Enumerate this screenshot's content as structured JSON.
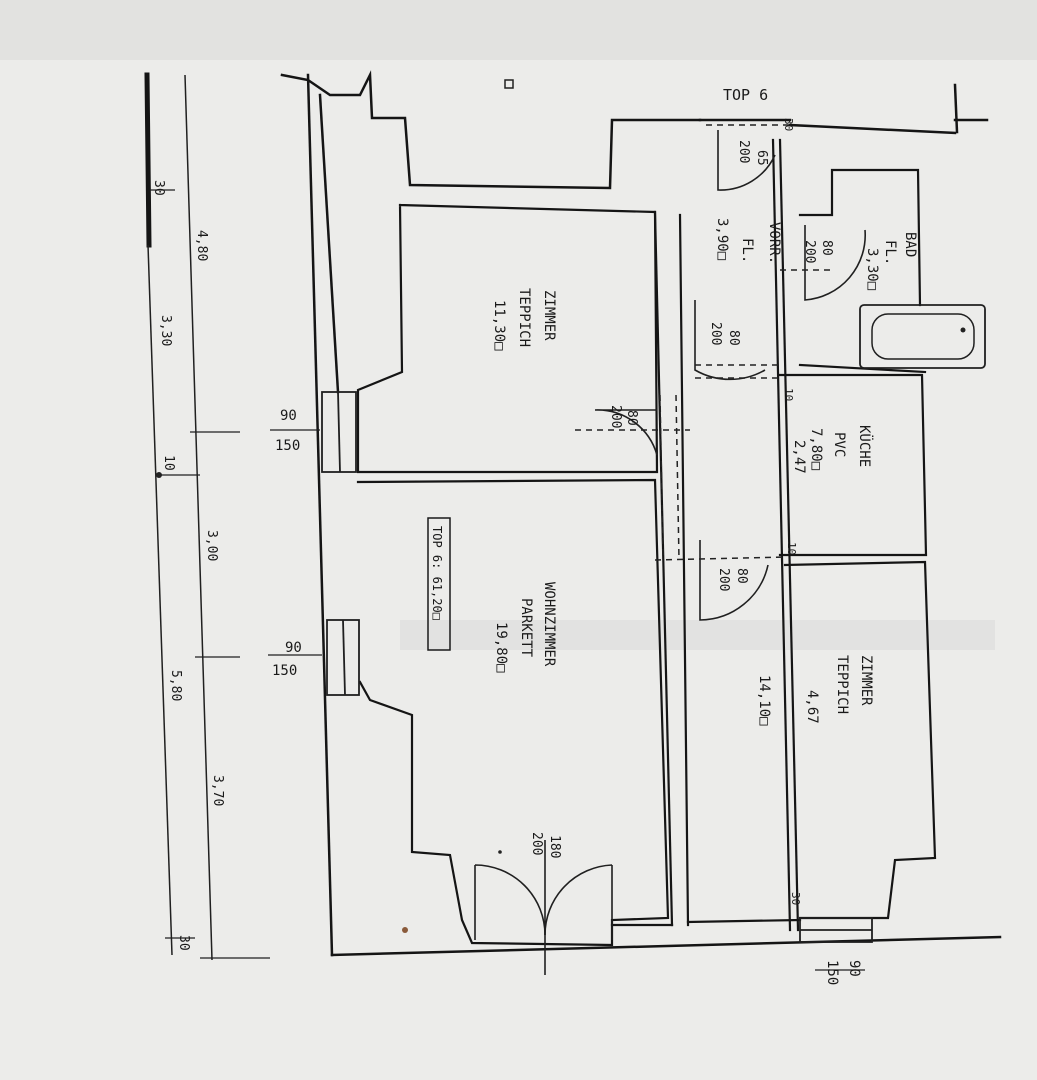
{
  "colors": {
    "paper": "#e9e9e7",
    "ink": "#151515",
    "shadow": "#d4d4d2"
  },
  "rooms": [
    {
      "id": "zimmer1",
      "name": "ZIMMER",
      "floor": "TEPPICH",
      "area": "11,30□"
    },
    {
      "id": "wohnzimmer",
      "name": "WOHNZIMMER",
      "floor": "PARKETT",
      "area": "19,80□"
    },
    {
      "id": "vorraum",
      "name": "VORR.",
      "floor": "FL.",
      "area": "3,90□"
    },
    {
      "id": "bad",
      "name": "BAD",
      "floor": "FL.",
      "area": "3,30□"
    },
    {
      "id": "kueche",
      "name": "KÜCHE",
      "floor": "PVC",
      "area": "7,80□",
      "note": "2,47"
    },
    {
      "id": "zimmer2",
      "name": "ZIMMER",
      "floor": "TEPPICH",
      "area": "14,10□",
      "note": "4,67"
    }
  ],
  "top_label": "TOP 6",
  "top_box": "TOP 6: 61,20□",
  "window_labels": [
    {
      "w": "90",
      "h": "150"
    },
    {
      "w": "90",
      "h": "150"
    },
    {
      "w": "90",
      "h": "150"
    }
  ],
  "door_labels": [
    {
      "w": "65",
      "h": "200"
    },
    {
      "w": "80",
      "h": "200"
    },
    {
      "w": "80",
      "h": "200"
    },
    {
      "w": "80",
      "h": "200"
    },
    {
      "w": "80",
      "h": "200"
    },
    {
      "w": "180",
      "h": "200"
    }
  ],
  "dimensions": [
    "4,80",
    "3,30",
    "3,00",
    "5,80",
    "3,70",
    "30",
    "30",
    "10",
    "30"
  ],
  "small_dims": [
    "30",
    "10",
    "10",
    "30"
  ]
}
